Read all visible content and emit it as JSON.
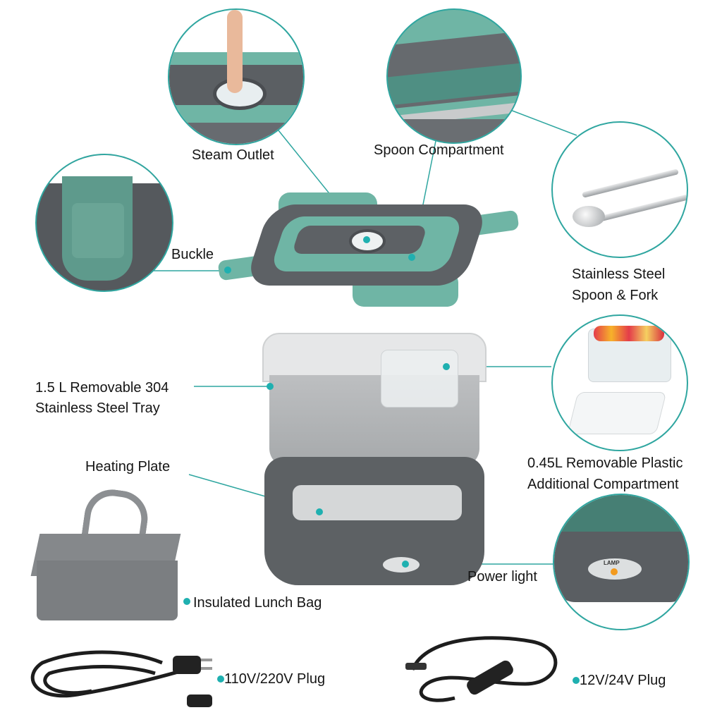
{
  "colors": {
    "accent": "#2fa6a0",
    "teal_part": "#6fb5a5",
    "dark_gray": "#5a5d60",
    "steel": "#c9cacb",
    "lamp": "#f29a1e"
  },
  "callouts": {
    "steam_outlet": "Steam Outlet",
    "spoon_compartment": "Spoon Compartment",
    "buckle": "Buckle",
    "spoon_fork_line1": "Stainless Steel",
    "spoon_fork_line2": "Spoon & Fork",
    "tray_line1": "1.5 L Removable 304",
    "tray_line2": "Stainless Steel Tray",
    "plastic_line1": "0.45L  Removable Plastic",
    "plastic_line2": "Additional Compartment",
    "heating_plate": "Heating Plate",
    "power_light": "Power light",
    "lunch_bag": "Insulated Lunch Bag",
    "ac_plug": "110V/220V Plug",
    "dc_plug": "12V/24V Plug",
    "lamp_text": "LAMP"
  }
}
